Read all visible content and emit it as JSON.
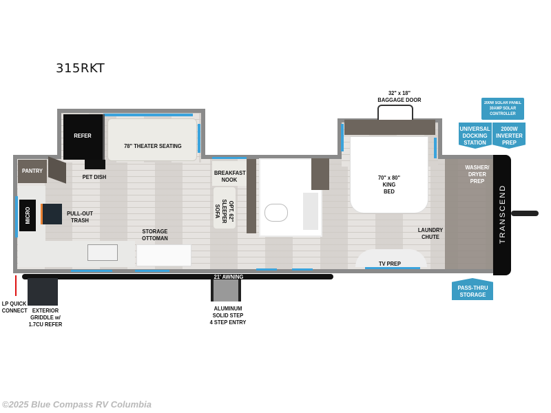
{
  "model": "315RKT",
  "watermark": "©2025 Blue Compass RV Columbia",
  "brand_cap": "TRANSCEND",
  "rooms": {
    "refer": "REFER",
    "theater_seating": "78\" THEATER SEATING",
    "pantry": "PANTRY",
    "pet_dish": "PET DISH",
    "micro": "MICRO",
    "pull_out_trash": "PULL-OUT\nTRASH",
    "storage_ottoman": "STORAGE\nOTTOMAN",
    "breakfast_nook": "BREAKFAST\nNOOK",
    "sleeper_sofa": "OPT. 62\"\nSLEEPER SOFA",
    "baggage_door": "32\" x 18\"\nBAGGAGE DOOR",
    "king_bed": "70\" x 80\"\nKING\nBED",
    "laundry_chute": "LAUNDRY\nCHUTE",
    "tv_prep": "TV PREP",
    "washer_dryer": "WASHER/\nDRYER\nPREP",
    "awning": "21' AWNING"
  },
  "exterior_labels": {
    "lp_quick_connect": "LP QUICK\nCONNECT",
    "exterior_griddle": "EXTERIOR\nGRIDDLE w/\n1.7CU REFER",
    "entry_step": "ALUMINUM\nSOLID STEP\n4 STEP ENTRY"
  },
  "badges": {
    "solar": "200W SOLAR PANEL\n30AMP SOLAR\nCONTROLLER",
    "docking": "UNIVERSAL\nDOCKING\nSTATION",
    "inverter": "2000W\nINVERTER\nPREP",
    "pass_thru": "PASS-THRU\nSTORAGE"
  },
  "colors": {
    "badge_blue": "#3b9cc4",
    "window_blue": "#3aa3dc",
    "wall_gray": "#8a8a8a",
    "cabinet_brown": "#6d655d",
    "floor": "#dedad6"
  }
}
